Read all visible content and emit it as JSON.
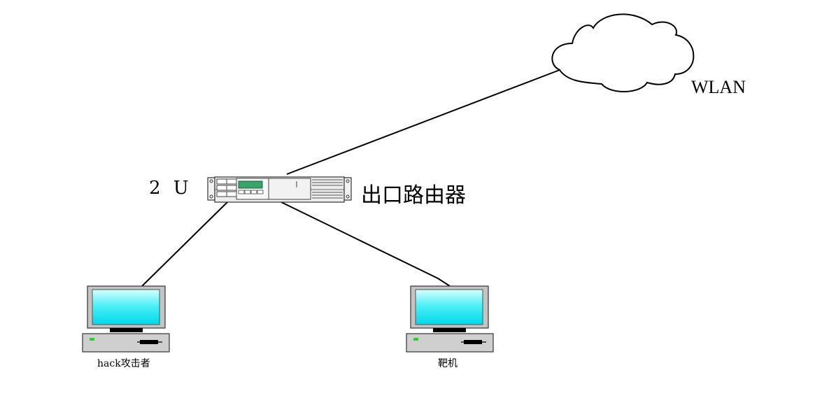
{
  "nodes": {
    "cloud": {
      "label": "WLAN",
      "icon": "cloud-icon"
    },
    "router": {
      "label": "出口路由器",
      "rack_label": "2 U",
      "icon": "rack-router-icon"
    },
    "attacker": {
      "label": "hack攻击者",
      "icon": "desktop-computer-icon"
    },
    "target": {
      "label": "靶机",
      "icon": "desktop-computer-icon"
    }
  },
  "links": [
    {
      "from": "router",
      "to": "cloud"
    },
    {
      "from": "router",
      "to": "attacker"
    },
    {
      "from": "router",
      "to": "target"
    }
  ],
  "colors": {
    "line": "#000000",
    "screen": "#00e0ee",
    "bezel": "#c8c8c8",
    "router_display": "#3aa36a",
    "power_led": "#2bd02b"
  }
}
